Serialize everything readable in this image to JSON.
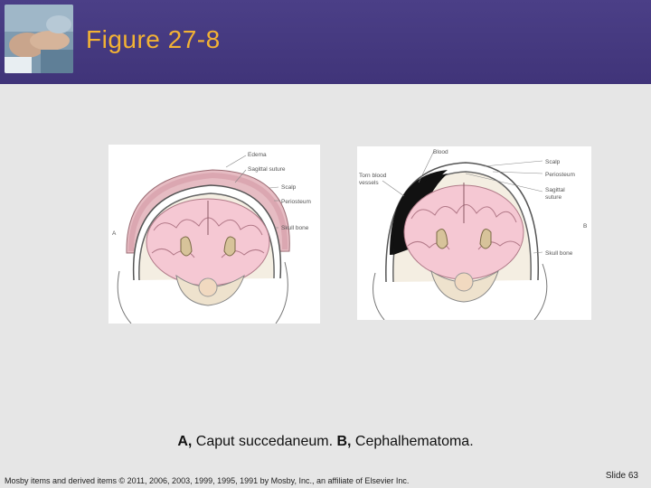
{
  "header": {
    "title": "Figure 27-8",
    "accent_color": "#f2b234",
    "background_color": "#433780",
    "logo_icon": "caregiver-hands-photo"
  },
  "figure": {
    "panel_a": {
      "letter": "A",
      "labels": [
        "Edema",
        "Sagittal suture",
        "Scalp",
        "Periosteum",
        "Skull bone"
      ]
    },
    "panel_b": {
      "letter": "B",
      "labels": [
        "Blood",
        "Torn blood",
        "vessels",
        "Scalp",
        "Periosteum",
        "Sagittal",
        "suture",
        "Skull bone"
      ]
    }
  },
  "caption": {
    "a_letter": "A,",
    "a_text": " Caput succedaneum. ",
    "b_letter": "B,",
    "b_text": " Cephalhematoma."
  },
  "footer": {
    "copyright": "Mosby items and derived items © 2011, 2006, 2003, 1999, 1995, 1991 by Mosby, Inc., an affiliate of Elsevier Inc.",
    "slide_number": "Slide 63"
  }
}
